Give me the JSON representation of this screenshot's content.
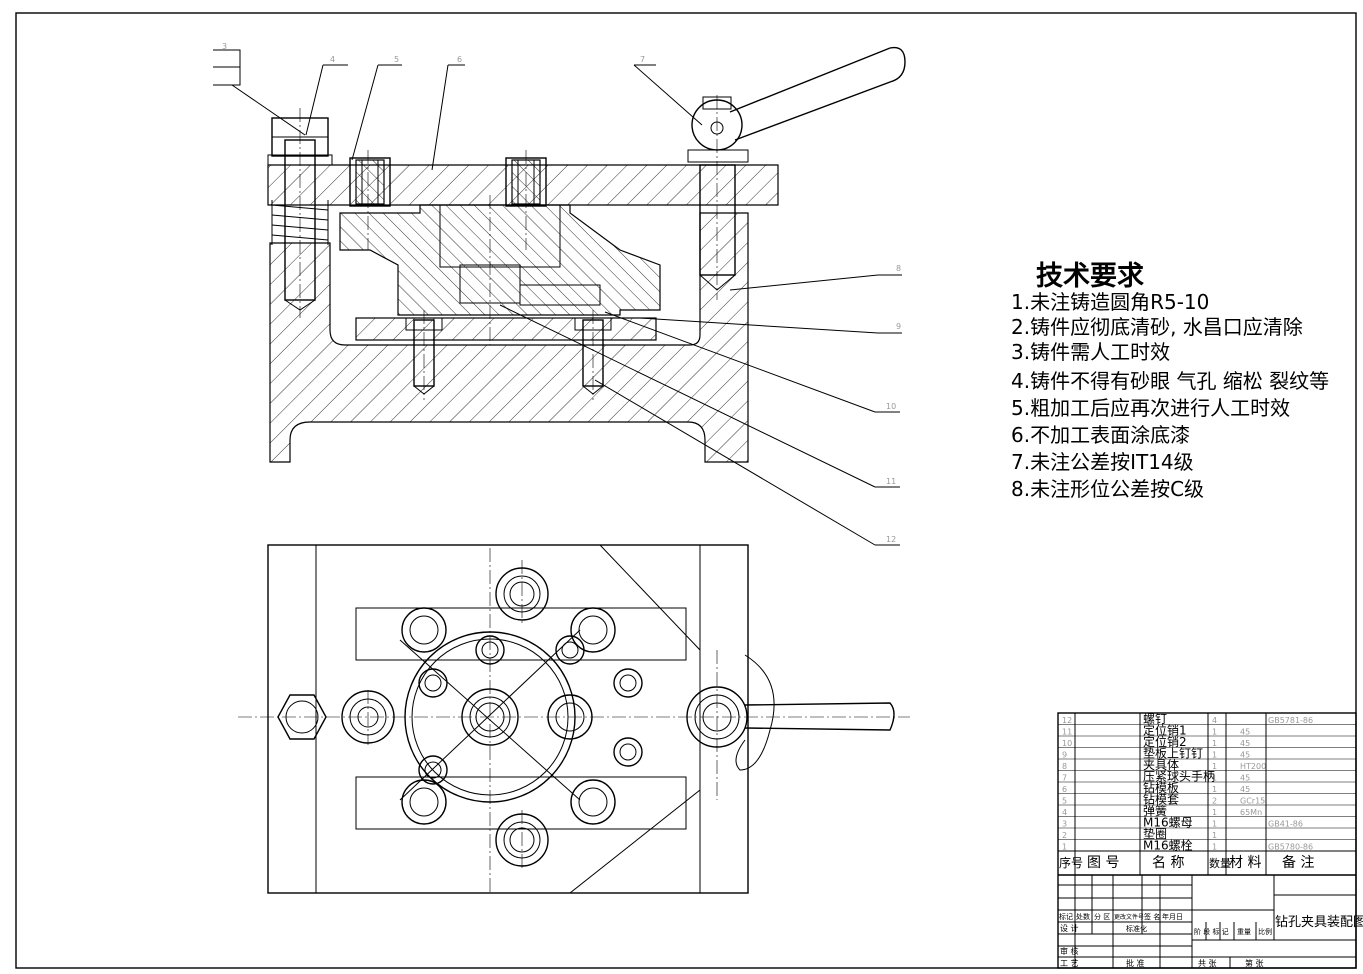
{
  "balloons": [
    "3",
    "4",
    "5",
    "6",
    "7",
    "8",
    "9",
    "10",
    "11",
    "12"
  ],
  "requirements": {
    "title": "技术要求",
    "items": [
      "1.未注铸造圆角R5-10",
      "2.铸件应彻底清砂, 水昌口应清除",
      "3.铸件需人工时效",
      "4.铸件不得有砂眼 气孔 缩松 裂纹等",
      "5.粗加工后应再次进行人工时效",
      "6.不加工表面涂底漆",
      "7.未注公差按IT14级",
      "8.未注形位公差按C级"
    ]
  },
  "bom": {
    "rows": [
      {
        "no": "12",
        "name": "螺钉",
        "qty": "4",
        "material": "",
        "note": "GB5781-86"
      },
      {
        "no": "11",
        "name": "定位销1",
        "qty": "1",
        "material": "45",
        "note": ""
      },
      {
        "no": "10",
        "name": "定位销2",
        "qty": "1",
        "material": "45",
        "note": ""
      },
      {
        "no": "9",
        "name": "垫板上钉钉",
        "qty": "1",
        "material": "45",
        "note": ""
      },
      {
        "no": "8",
        "name": "夹具体",
        "qty": "1",
        "material": "HT200",
        "note": ""
      },
      {
        "no": "7",
        "name": "压紧球头手柄",
        "qty": "1",
        "material": "45",
        "note": ""
      },
      {
        "no": "6",
        "name": "钻模板",
        "qty": "1",
        "material": "45",
        "note": ""
      },
      {
        "no": "5",
        "name": "钻模套",
        "qty": "2",
        "material": "GCr15",
        "note": ""
      },
      {
        "no": "4",
        "name": "弹簧",
        "qty": "1",
        "material": "65Mn",
        "note": ""
      },
      {
        "no": "3",
        "name": "M16螺母",
        "qty": "1",
        "material": "",
        "note": "GB41-86"
      },
      {
        "no": "2",
        "name": "垫圈",
        "qty": "1",
        "material": "",
        "note": ""
      },
      {
        "no": "1",
        "name": "M16螺栓",
        "qty": "1",
        "material": "",
        "note": "GB5780-86"
      }
    ],
    "header": {
      "no": "序号",
      "drawing": "图 号",
      "name": "名 称",
      "qty": "数量",
      "material": "材 料",
      "note": "备 注"
    }
  },
  "title_block": {
    "drawing_title": "钻孔夹具装配图",
    "revision_headers": [
      "标记",
      "处数",
      "分 区",
      "更改文件号",
      "签 名",
      "年月日"
    ],
    "design": "设 计",
    "standardize": "标准化",
    "review": "审 核",
    "process": "工 艺",
    "approve": "批 准",
    "stage_headers": [
      "阶 段 标 记",
      "重量",
      "比例"
    ],
    "sheet_total": "共 张",
    "sheet_no": "第 张"
  }
}
